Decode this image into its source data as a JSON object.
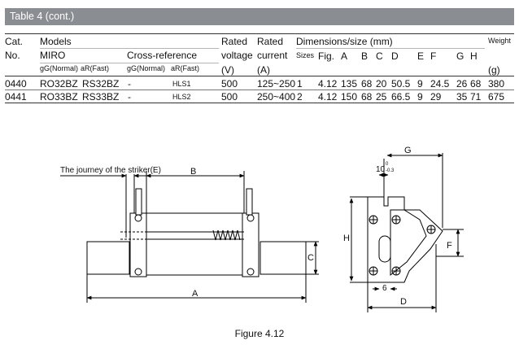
{
  "table": {
    "title": "Table 4 (cont.)",
    "headers": {
      "cat": "Cat.",
      "no": "No.",
      "models": "Models",
      "miro": "MIRO",
      "cross_reference": "Cross-reference",
      "gg_normal": "gG(Normal)",
      "ar_fast": "aR(Fast)",
      "gg_normal_2": "gG(Normal)",
      "ar_fast_2": "aR(Fast)",
      "rated_1": "Rated",
      "voltage": "voltage",
      "voltage_unit": "(V)",
      "rated_2": "Rated",
      "current": "current",
      "current_unit": "(A)",
      "dimensions": "Dimensions/size (mm)",
      "weight": "Weight",
      "weight_unit": "(g)",
      "sizes": "Sizes",
      "fig": "Fig.",
      "a": "A",
      "b": "B",
      "c": "C",
      "d": "D",
      "e": "E",
      "f": "F",
      "g": "G",
      "h": "H"
    },
    "rows": [
      {
        "cat": "0440",
        "gg": "RO32BZ",
        "ar": "RS32BZ",
        "xgg": "-",
        "xar": "HLS1",
        "voltage": "500",
        "current": "125~250",
        "size": "1",
        "fig": "4.12",
        "a": "135",
        "b": "68",
        "c": "20",
        "d": "50.5",
        "e": "9",
        "f": "24.5",
        "g": "26",
        "h": "68",
        "weight": "380"
      },
      {
        "cat": "0441",
        "gg": "RO33BZ",
        "ar": "RS33BZ",
        "xgg": "-",
        "xar": "HLS2",
        "voltage": "500",
        "current": "250~400",
        "size": "2",
        "fig": "4.12",
        "a": "150",
        "b": "68",
        "c": "25",
        "d": "66.5",
        "e": "9",
        "f": "29",
        "g": "35",
        "h": "71",
        "weight": "675"
      }
    ]
  },
  "figure": {
    "striker_note": "The journey of the striker(E)",
    "labels": {
      "a": "A",
      "b": "B",
      "c": "C",
      "d": "D",
      "f": "F",
      "g": "G",
      "h": "H",
      "tol_value": "10",
      "tol_upper": "0",
      "tol_lower": "-0.3",
      "six": "6"
    },
    "caption": "Figure 4.12"
  }
}
